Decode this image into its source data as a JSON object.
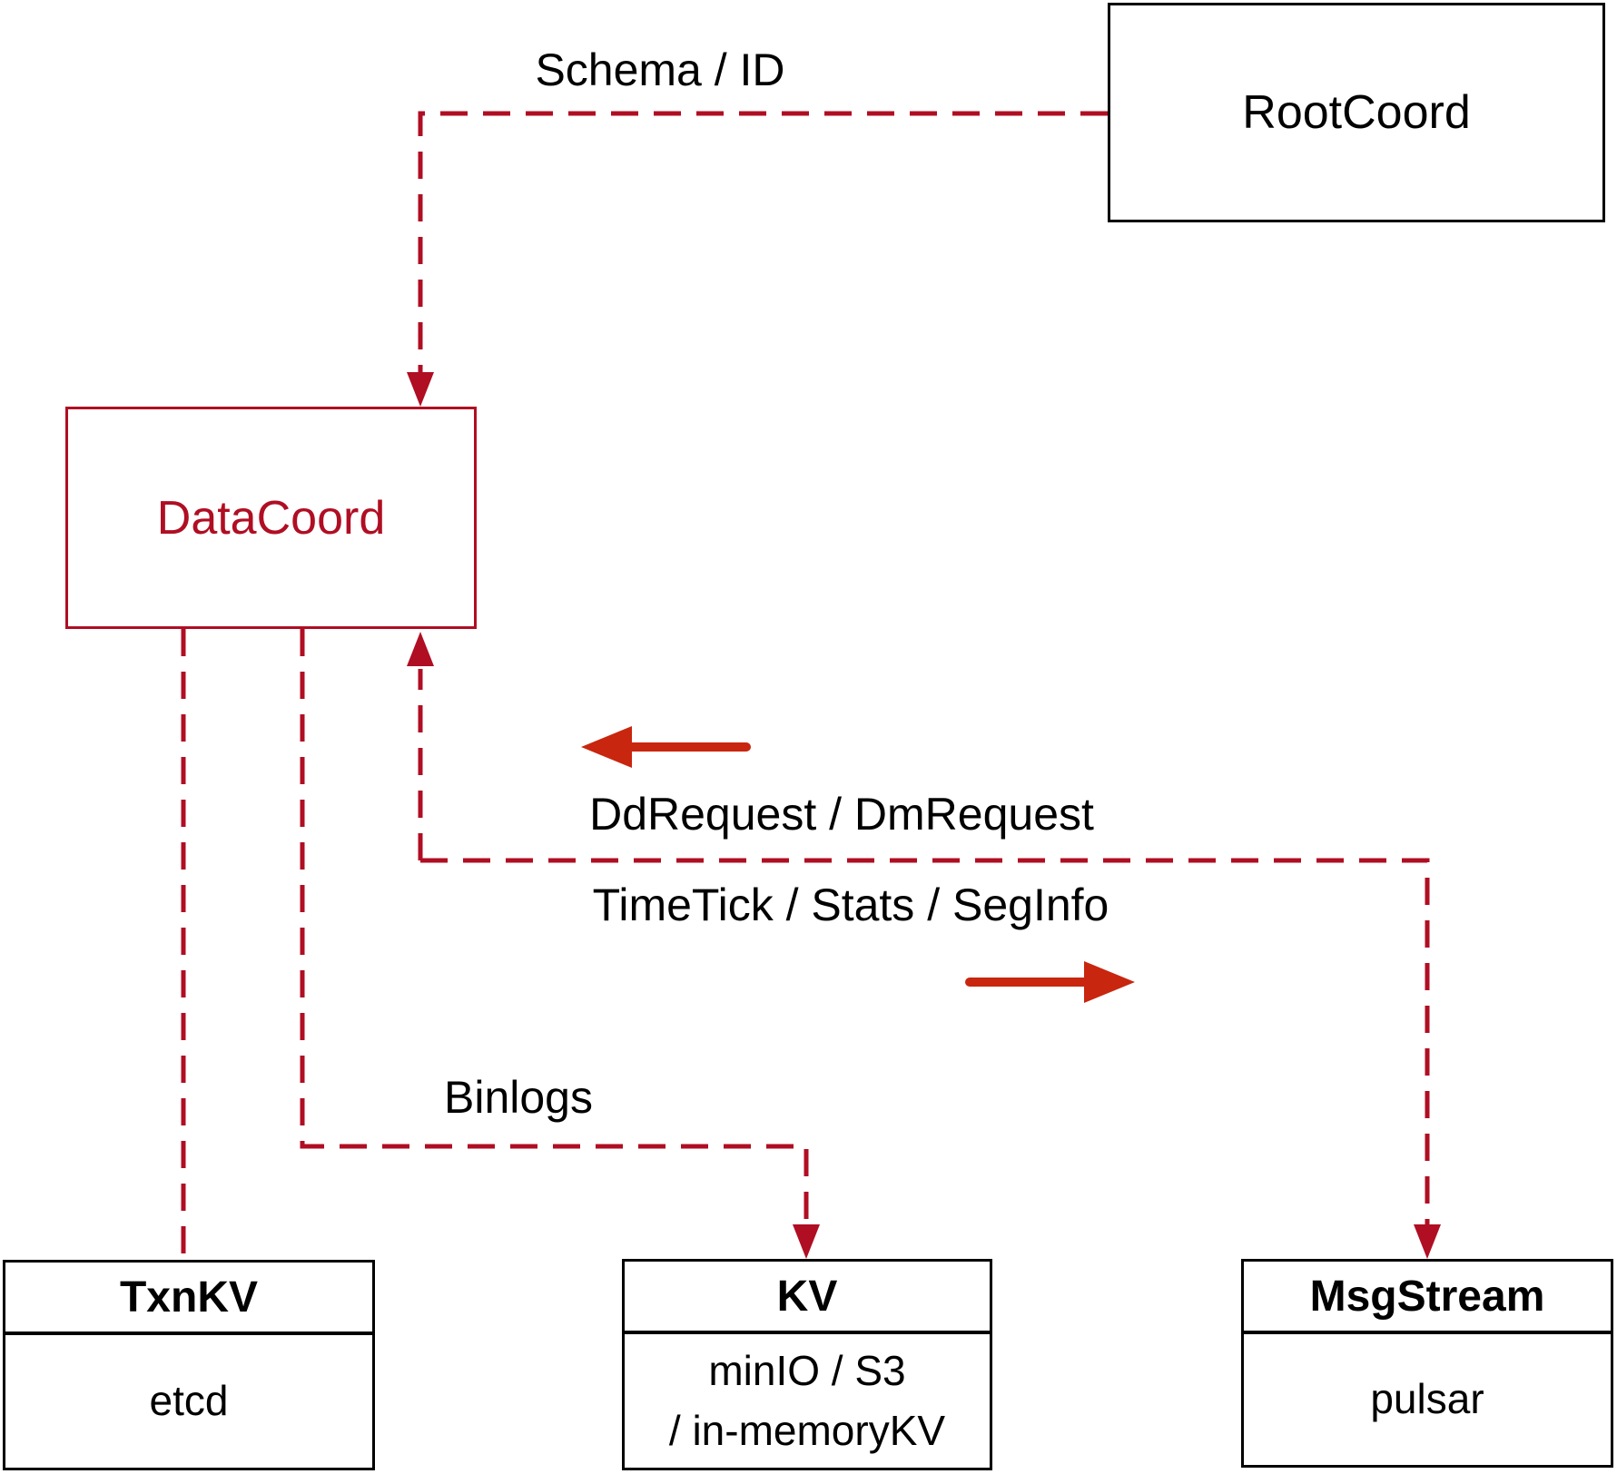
{
  "nodes": {
    "root_coord": {
      "label": "RootCoord"
    },
    "data_coord": {
      "label": "DataCoord"
    },
    "txn_kv": {
      "title": "TxnKV",
      "body": "etcd"
    },
    "kv": {
      "title": "KV",
      "body_lines": [
        "minIO / S3",
        "/ in-memoryKV"
      ]
    },
    "msg_stream": {
      "title": "MsgStream",
      "body": "pulsar"
    }
  },
  "labels": {
    "schema_id": "Schema / ID",
    "dd_request": "DdRequest / DmRequest",
    "time_tick": "TimeTick / Stats / SegInfo",
    "binlogs": "Binlogs"
  },
  "colors": {
    "connector_crimson": "#b00e23",
    "solid_arrow_red": "#c8260f",
    "box_border_black": "#000000",
    "text_black": "#000000",
    "background": "#ffffff"
  }
}
